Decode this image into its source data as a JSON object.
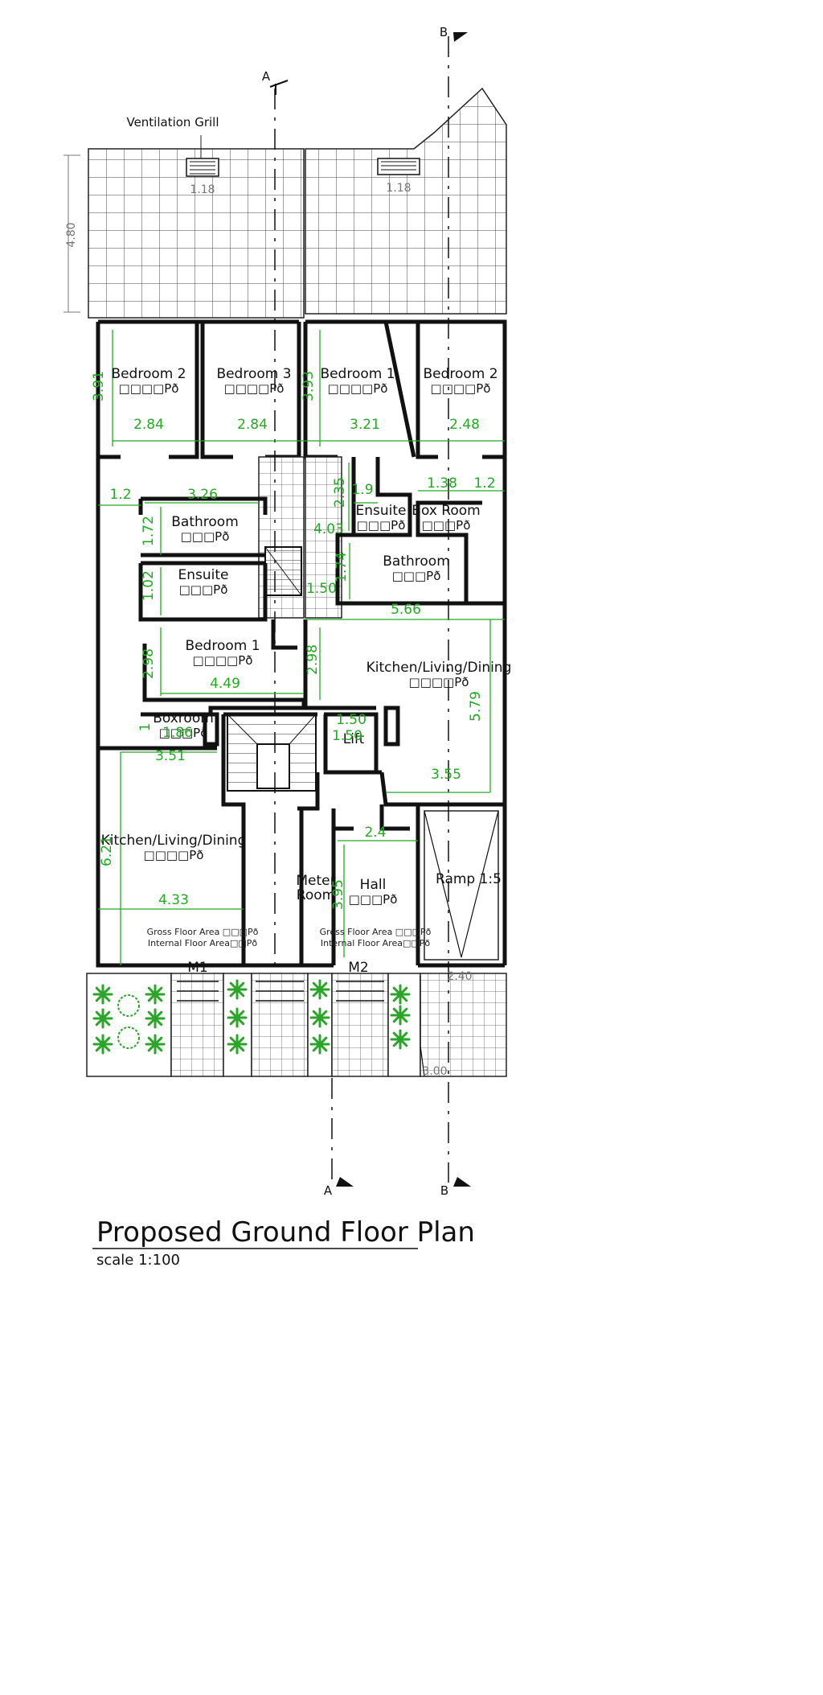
{
  "title": "Proposed Ground Floor Plan",
  "scale": "scale 1:100",
  "annotations": {
    "ventilation": "Ventilation Grill",
    "yard_depth": "4.80",
    "grill_w1": "1.18",
    "grill_w2": "1.18",
    "ramp_w1": "2.40",
    "ramp_w2": "3.00"
  },
  "section_markers": {
    "a": "A",
    "b": "B"
  },
  "rooms": [
    {
      "name": "Bedroom 2",
      "area": "□□□□Pð"
    },
    {
      "name": "Bedroom 3",
      "area": "□□□□Pð"
    },
    {
      "name": "Bedroom 1",
      "area": "□□□□Pð"
    },
    {
      "name": "Bedroom 2",
      "area": "□□□□Pð"
    },
    {
      "name": "Bathroom",
      "area": "□□□Pð"
    },
    {
      "name": "Ensuite",
      "area": "□□□Pð"
    },
    {
      "name": "Ensuite",
      "area": "□□□Pð"
    },
    {
      "name": "Box Room",
      "area": "□□□Pð"
    },
    {
      "name": "Bathroom",
      "area": "□□□Pð"
    },
    {
      "name": "Bedroom 1",
      "area": "□□□□Pð"
    },
    {
      "name": "Kitchen/Living/Dining",
      "area": "□□□□Pð"
    },
    {
      "name": "Boxroom",
      "area": "□□□Pð"
    },
    {
      "name": "Lift",
      "area": ""
    },
    {
      "name": "Kitchen/Living/Dining",
      "area": "□□□□Pð"
    },
    {
      "name": "Meter Room",
      "area": ""
    },
    {
      "name": "Hall",
      "area": "□□□Pð"
    },
    {
      "name": "Ramp 1:5",
      "area": ""
    }
  ],
  "area_notes": [
    {
      "gross": "Gross Floor Area □□□Pð",
      "internal": "Internal Floor Area□□Pð"
    },
    {
      "gross": "Gross Floor Area □□□Pð",
      "internal": "Internal Floor Area□□Pð"
    }
  ],
  "doors": [
    "M1",
    "M2"
  ],
  "dimensions": [
    "3.91",
    "2.84",
    "2.84",
    "3.93",
    "3.21",
    "2.48",
    "1.2",
    "3.26",
    "1.72",
    "1.02",
    "1.9",
    "2.35",
    "1.38",
    "1.2",
    "4.03",
    "1.74",
    "5.66",
    "2.98",
    "4.49",
    "2.98",
    "5.79",
    "1",
    "1.86",
    "3.51",
    "1.50",
    "1.50",
    "3.55",
    "2.4",
    "6.21",
    "4.33",
    "3.95",
    "1.50"
  ]
}
